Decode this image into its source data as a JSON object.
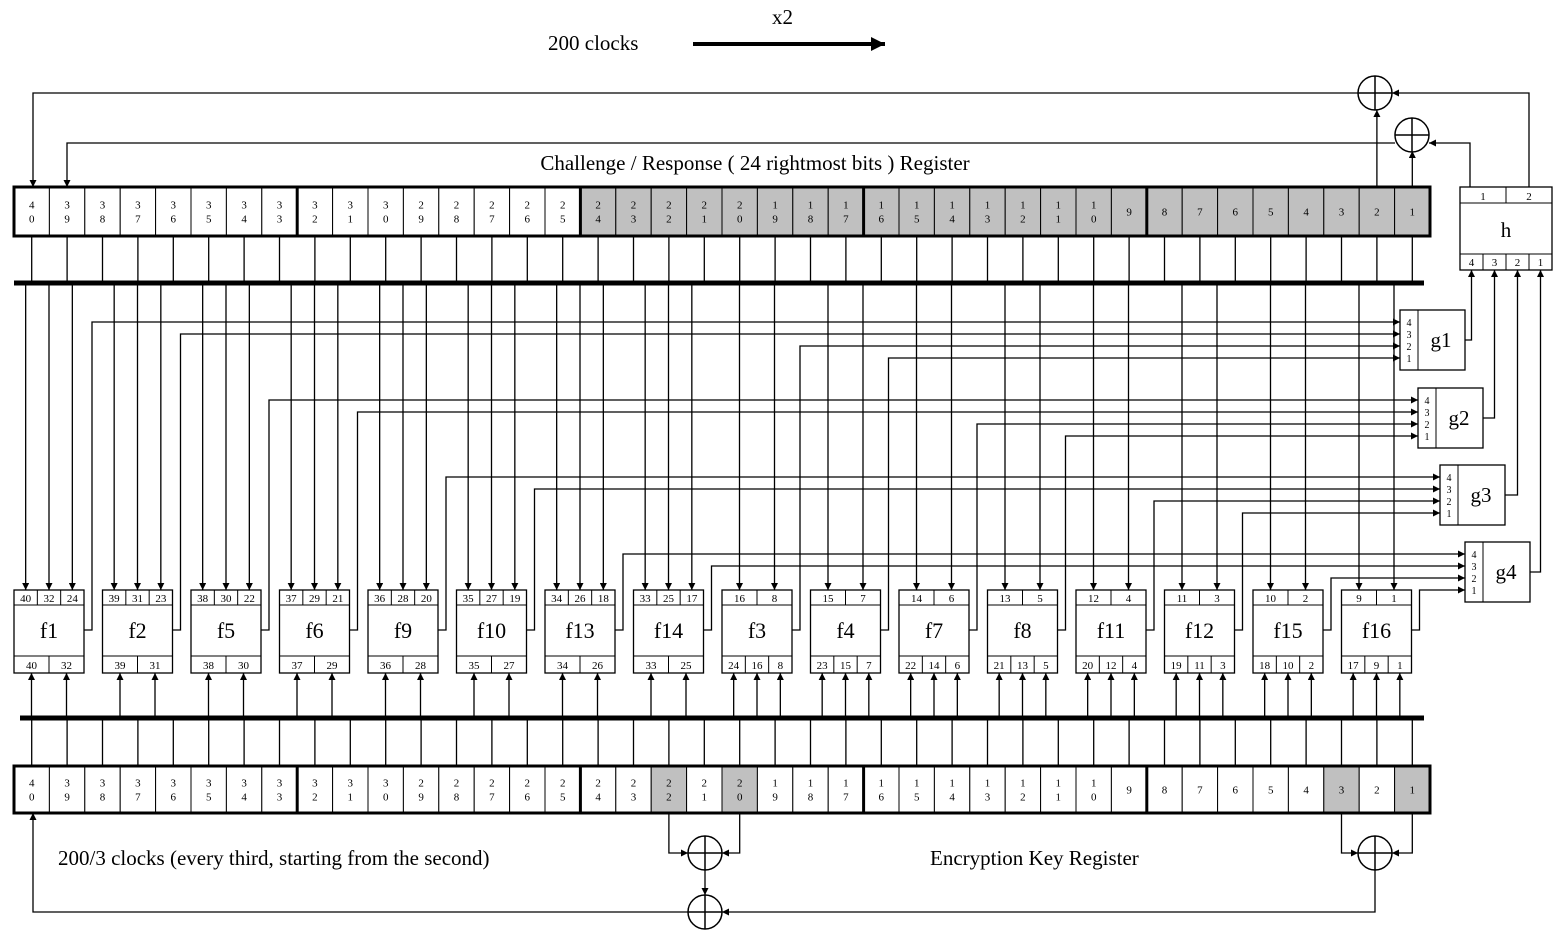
{
  "header": {
    "clocks": "200 clocks",
    "multiplier": "x2"
  },
  "cr_register": {
    "label": "Challenge / Response ( 24 rightmost bits ) Register",
    "cells": [
      "40",
      "39",
      "38",
      "37",
      "36",
      "35",
      "34",
      "33",
      "32",
      "31",
      "30",
      "29",
      "28",
      "27",
      "26",
      "25",
      "24",
      "23",
      "22",
      "21",
      "20",
      "19",
      "18",
      "17",
      "16",
      "15",
      "14",
      "13",
      "12",
      "11",
      "10",
      "9",
      "8",
      "7",
      "6",
      "5",
      "4",
      "3",
      "2",
      "1"
    ],
    "shaded": [
      "24",
      "23",
      "22",
      "21",
      "20",
      "19",
      "18",
      "17",
      "16",
      "15",
      "14",
      "13",
      "12",
      "11",
      "10",
      "9",
      "8",
      "7",
      "6",
      "5",
      "4",
      "3",
      "2",
      "1"
    ]
  },
  "key_register": {
    "label": "Encryption Key Register",
    "clock_note": "200/3 clocks (every third, starting from the second)",
    "cells": [
      "40",
      "39",
      "38",
      "37",
      "36",
      "35",
      "34",
      "33",
      "32",
      "31",
      "30",
      "29",
      "28",
      "27",
      "26",
      "25",
      "24",
      "23",
      "22",
      "21",
      "20",
      "19",
      "18",
      "17",
      "16",
      "15",
      "14",
      "13",
      "12",
      "11",
      "10",
      "9",
      "8",
      "7",
      "6",
      "5",
      "4",
      "3",
      "2",
      "1"
    ],
    "shaded": [
      "22",
      "20",
      "3",
      "1"
    ]
  },
  "f_functions": [
    {
      "name": "f1",
      "top": [
        "40",
        "32",
        "24"
      ],
      "bottom": [
        "40",
        "32"
      ]
    },
    {
      "name": "f2",
      "top": [
        "39",
        "31",
        "23"
      ],
      "bottom": [
        "39",
        "31"
      ]
    },
    {
      "name": "f5",
      "top": [
        "38",
        "30",
        "22"
      ],
      "bottom": [
        "38",
        "30"
      ]
    },
    {
      "name": "f6",
      "top": [
        "37",
        "29",
        "21"
      ],
      "bottom": [
        "37",
        "29"
      ]
    },
    {
      "name": "f9",
      "top": [
        "36",
        "28",
        "20"
      ],
      "bottom": [
        "36",
        "28"
      ]
    },
    {
      "name": "f10",
      "top": [
        "35",
        "27",
        "19"
      ],
      "bottom": [
        "35",
        "27"
      ]
    },
    {
      "name": "f13",
      "top": [
        "34",
        "26",
        "18"
      ],
      "bottom": [
        "34",
        "26"
      ]
    },
    {
      "name": "f14",
      "top": [
        "33",
        "25",
        "17"
      ],
      "bottom": [
        "33",
        "25"
      ]
    },
    {
      "name": "f3",
      "top": [
        "16",
        "8"
      ],
      "bottom": [
        "24",
        "16",
        "8"
      ]
    },
    {
      "name": "f4",
      "top": [
        "15",
        "7"
      ],
      "bottom": [
        "23",
        "15",
        "7"
      ]
    },
    {
      "name": "f7",
      "top": [
        "14",
        "6"
      ],
      "bottom": [
        "22",
        "14",
        "6"
      ]
    },
    {
      "name": "f8",
      "top": [
        "13",
        "5"
      ],
      "bottom": [
        "21",
        "13",
        "5"
      ]
    },
    {
      "name": "f11",
      "top": [
        "12",
        "4"
      ],
      "bottom": [
        "20",
        "12",
        "4"
      ]
    },
    {
      "name": "f12",
      "top": [
        "11",
        "3"
      ],
      "bottom": [
        "19",
        "11",
        "3"
      ]
    },
    {
      "name": "f15",
      "top": [
        "10",
        "2"
      ],
      "bottom": [
        "18",
        "10",
        "2"
      ]
    },
    {
      "name": "f16",
      "top": [
        "9",
        "1"
      ],
      "bottom": [
        "17",
        "9",
        "1"
      ]
    }
  ],
  "g_functions": [
    {
      "name": "g1",
      "inputs": [
        "4",
        "3",
        "2",
        "1"
      ],
      "sources": [
        "f1",
        "f2",
        "f3",
        "f4"
      ]
    },
    {
      "name": "g2",
      "inputs": [
        "4",
        "3",
        "2",
        "1"
      ],
      "sources": [
        "f5",
        "f6",
        "f7",
        "f8"
      ]
    },
    {
      "name": "g3",
      "inputs": [
        "4",
        "3",
        "2",
        "1"
      ],
      "sources": [
        "f9",
        "f10",
        "f11",
        "f12"
      ]
    },
    {
      "name": "g4",
      "inputs": [
        "4",
        "3",
        "2",
        "1"
      ],
      "sources": [
        "f13",
        "f14",
        "f15",
        "f16"
      ]
    }
  ],
  "h_function": {
    "name": "h",
    "outputs": [
      "1",
      "2"
    ],
    "inputs": [
      "4",
      "3",
      "2",
      "1"
    ]
  }
}
